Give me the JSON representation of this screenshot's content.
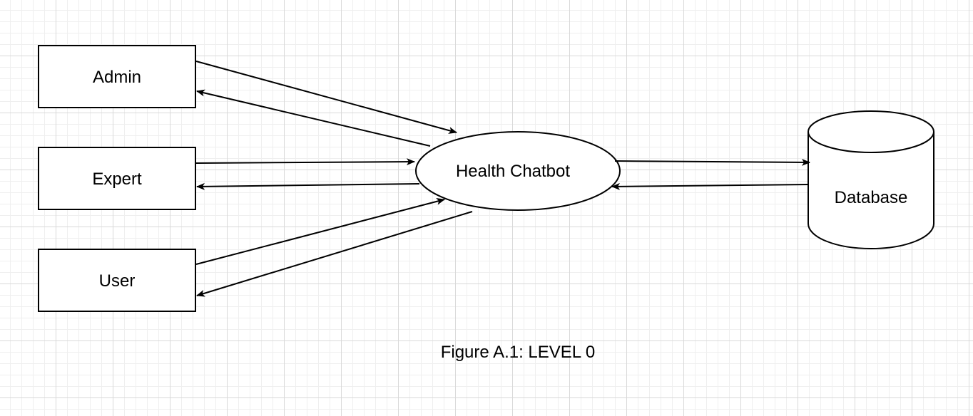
{
  "entities": {
    "admin": {
      "label": "Admin"
    },
    "expert": {
      "label": "Expert"
    },
    "user": {
      "label": "User"
    }
  },
  "process": {
    "label": "Health Chatbot"
  },
  "datastore": {
    "label": "Database"
  },
  "caption": "Figure A.1: LEVEL 0",
  "colors": {
    "stroke": "#000000",
    "fill": "#ffffff"
  }
}
